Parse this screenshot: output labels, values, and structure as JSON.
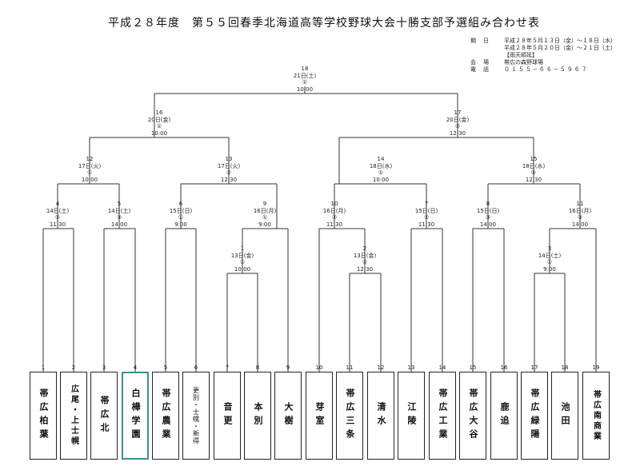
{
  "title": "平成２８年度　第５５回春季北海道高等学校野球大会十勝支部予選組み合わせ表",
  "info": [
    {
      "label": "期　日",
      "value": "平成２８年５月１３日（金）〜１８日（水）"
    },
    {
      "label": "",
      "value": "平成２８年５月２０日（金）〜２１日（土）"
    },
    {
      "label": "",
      "value": "【雨天順延】"
    },
    {
      "label": "会　場",
      "value": "帯広の森野球場"
    },
    {
      "label": "電　話",
      "value": "０１５５−６６−５９６７",
      "mono": true
    }
  ],
  "matches": [
    {
      "id": "m18",
      "no": "18",
      "date": "21日(土)",
      "game": "①",
      "time": "10:00"
    },
    {
      "id": "m16",
      "no": "16",
      "date": "20日(金)",
      "game": "①",
      "time": "10:00"
    },
    {
      "id": "m17",
      "no": "17",
      "date": "20日(金)",
      "game": "②",
      "time": "12:30"
    },
    {
      "id": "m12",
      "no": "12",
      "date": "17日(火)",
      "game": "①",
      "time": "10:00"
    },
    {
      "id": "m13",
      "no": "13",
      "date": "17日(火)",
      "game": "②",
      "time": "12:30"
    },
    {
      "id": "m14",
      "no": "14",
      "date": "18日(水)",
      "game": "①",
      "time": "10:00"
    },
    {
      "id": "m15",
      "no": "15",
      "date": "18日(水)",
      "game": "②",
      "time": "12:30"
    },
    {
      "id": "m4",
      "no": "4",
      "date": "14日(土)",
      "game": "②",
      "time": "11:30"
    },
    {
      "id": "m5",
      "no": "5",
      "date": "14日(土)",
      "game": "③",
      "time": "14:00"
    },
    {
      "id": "m6",
      "no": "6",
      "date": "15日(日)",
      "game": "①",
      "time": "9:00"
    },
    {
      "id": "m9",
      "no": "9",
      "date": "16日(月)",
      "game": "①",
      "time": "9:00"
    },
    {
      "id": "m10",
      "no": "10",
      "date": "16日(月)",
      "game": "②",
      "time": "11:30"
    },
    {
      "id": "m7",
      "no": "7",
      "date": "15日(日)",
      "game": "②",
      "time": "11:30"
    },
    {
      "id": "m8",
      "no": "8",
      "date": "15日(日)",
      "game": "③",
      "time": "14:00"
    },
    {
      "id": "m11",
      "no": "11",
      "date": "16日(月)",
      "game": "③",
      "time": "14:00"
    },
    {
      "id": "m1",
      "no": "1",
      "date": "13日(金)",
      "game": "①",
      "time": "10:00"
    },
    {
      "id": "m2",
      "no": "2",
      "date": "13日(金)",
      "game": "②",
      "time": "12:30"
    },
    {
      "id": "m3",
      "no": "3",
      "date": "14日(土)",
      "game": "①",
      "time": "9:00"
    }
  ],
  "teams": [
    {
      "no": "1",
      "name": "帯広柏葉"
    },
    {
      "no": "2",
      "name": "広尾・上士幌",
      "style": "mid"
    },
    {
      "no": "3",
      "name": "帯広北"
    },
    {
      "no": "4",
      "name": "白樺学園",
      "highlight": true
    },
    {
      "no": "5",
      "name": "帯広農業"
    },
    {
      "no": "6",
      "name": "更別・士幌・新得",
      "style": "small"
    },
    {
      "no": "7",
      "name": "音更"
    },
    {
      "no": "8",
      "name": "本別"
    },
    {
      "no": "9",
      "name": "大樹"
    },
    {
      "no": "10",
      "name": "芽室"
    },
    {
      "no": "11",
      "name": "帯広三条"
    },
    {
      "no": "12",
      "name": "清水"
    },
    {
      "no": "13",
      "name": "江陵"
    },
    {
      "no": "14",
      "name": "帯広工業"
    },
    {
      "no": "15",
      "name": "帯広大谷"
    },
    {
      "no": "16",
      "name": "鹿追"
    },
    {
      "no": "17",
      "name": "帯広緑陽"
    },
    {
      "no": "18",
      "name": "池田"
    },
    {
      "no": "19",
      "name": "帯広南商業",
      "style": "mid"
    }
  ]
}
